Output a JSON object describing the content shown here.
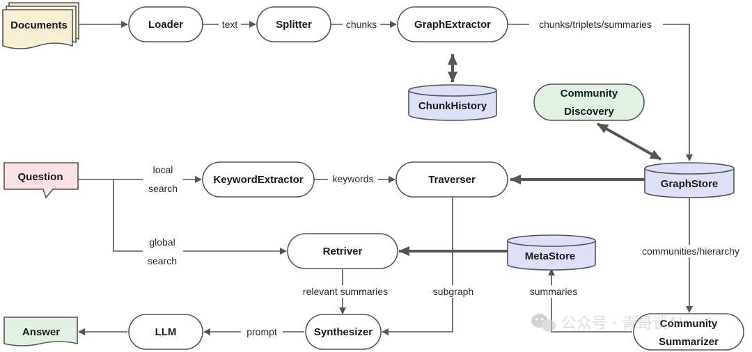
{
  "nodes": {
    "documents": "Documents",
    "loader": "Loader",
    "splitter": "Splitter",
    "graph_extractor": "GraphExtractor",
    "chunk_history": "ChunkHistory",
    "community_discovery_1": "Community",
    "community_discovery_2": "Discovery",
    "graph_store": "GraphStore",
    "question": "Question",
    "keyword_extractor": "KeywordExtractor",
    "traverser": "Traverser",
    "retriver": "Retriver",
    "meta_store": "MetaStore",
    "answer": "Answer",
    "llm": "LLM",
    "synthesizer": "Synthesizer",
    "community_summarizer_1": "Community",
    "community_summarizer_2": "Summarizer"
  },
  "edges": {
    "text": "text",
    "chunks": "chunks",
    "chunks_triplets_summaries": "chunks/triplets/summaries",
    "local_1": "local",
    "local_2": "search",
    "global_1": "global",
    "global_2": "search",
    "keywords": "keywords",
    "communities_hierarchy": "communities/hierarchy",
    "relevant_summaries": "relevant summaries",
    "subgraph": "subgraph",
    "summaries": "summaries",
    "prompt": "prompt"
  },
  "watermark": "公众号 · 青哥谈AI",
  "colors": {
    "documents": "#f7f0d4",
    "question": "#fbe2e3",
    "answer": "#e1f2e3",
    "community_discovery": "#e1f2e3",
    "cylinder": "#dde0f6",
    "process": "#ffffff",
    "stroke": "#555555"
  }
}
